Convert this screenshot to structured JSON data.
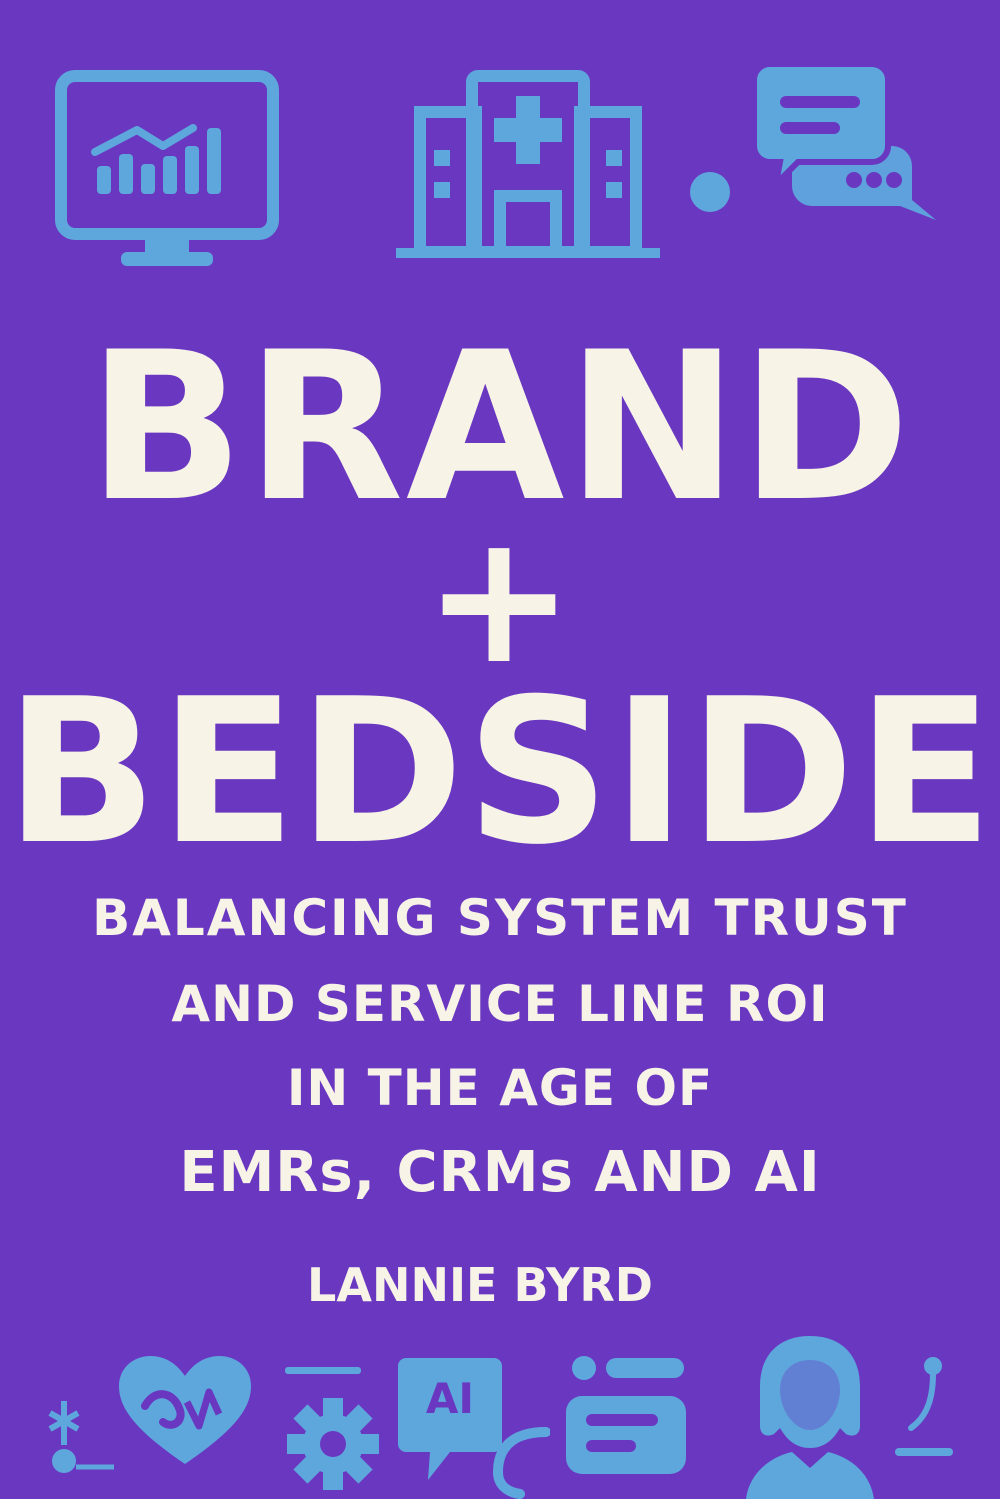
{
  "cover": {
    "title_line1": "BRAND",
    "title_plus": "+",
    "title_line2": "BEDSIDE",
    "subtitle_lines": [
      "BALANCING SYSTEM TRUST",
      "AND SERVICE LINE ROI",
      "IN THE AGE OF",
      "EMRs, CRMs AND AI"
    ],
    "author": "LANNIE BYRD",
    "ai_badge": "AI"
  },
  "colors": {
    "background": "#6a38c0",
    "icon": "#5ea7dd",
    "text": "#f7f3e6"
  },
  "icons": [
    "monitor-chart-icon",
    "hospital-icon",
    "chat-bubbles-icon",
    "medical-symbol-icon",
    "heart-pulse-icon",
    "gear-icon",
    "ai-chat-icon",
    "message-card-icon",
    "person-avatar-icon"
  ]
}
